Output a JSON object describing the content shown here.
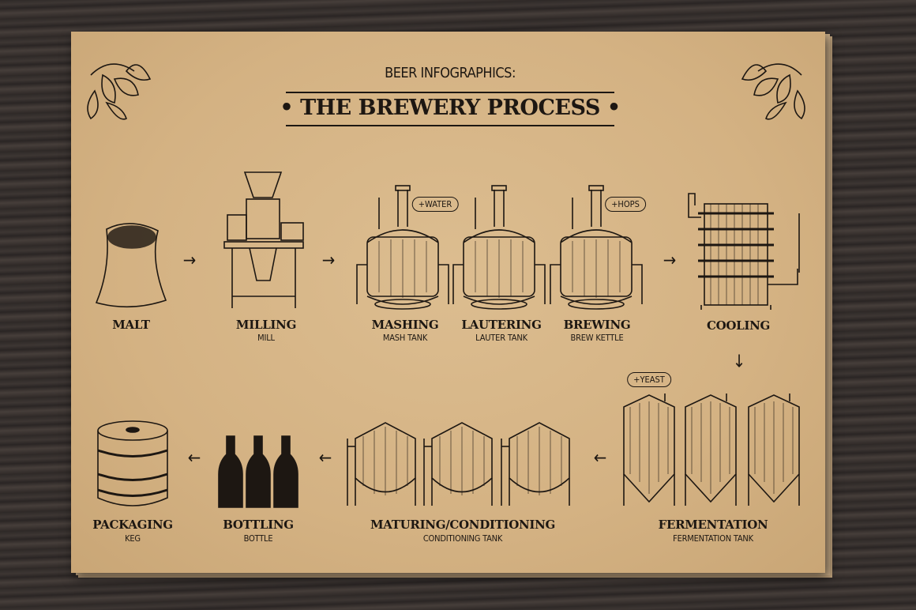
{
  "header": {
    "supertitle": "BEER INFOGRAPHICS:",
    "title": "THE BREWERY PROCESS",
    "bullet": "•"
  },
  "steps": [
    {
      "label": "MALT",
      "sub": ""
    },
    {
      "label": "MILLING",
      "sub": "MILL"
    },
    {
      "label": "MASHING",
      "sub": "MASH TANK"
    },
    {
      "label": "LAUTERING",
      "sub": "LAUTER TANK"
    },
    {
      "label": "BREWING",
      "sub": "BREW KETTLE"
    },
    {
      "label": "COOLING",
      "sub": ""
    },
    {
      "label": "FERMENTATION",
      "sub": "FERMENTATION TANK"
    },
    {
      "label": "MATURING/CONDITIONING",
      "sub": "CONDITIONING TANK"
    },
    {
      "label": "BOTTLING",
      "sub": "BOTTLE"
    },
    {
      "label": "PACKAGING",
      "sub": "KEG"
    }
  ],
  "badges": {
    "water": "+WATER",
    "hops": "+HOPS",
    "yeast": "+YEAST"
  },
  "arrows": {
    "right": "→",
    "down": "↓",
    "left": "←"
  },
  "colors": {
    "paper": "#d6b586",
    "ink": "#1d1712",
    "wood": "#332d2a"
  }
}
